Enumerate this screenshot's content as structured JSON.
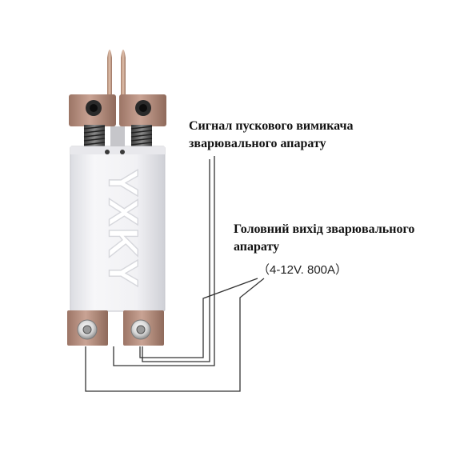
{
  "device": {
    "brand_text": "YXKY"
  },
  "callouts": {
    "trigger_signal": {
      "line1": "Сигнал пускового вимикача",
      "line2": "зварювального апарату"
    },
    "main_output": {
      "line1": "Головний вихід зварювального",
      "line2": "апарату",
      "spec": "（4-12V. 800A）"
    }
  },
  "colors": {
    "copper": "#b89080",
    "copper_dark": "#8a6152",
    "body": "#f4f4f6",
    "line": "#333333"
  }
}
